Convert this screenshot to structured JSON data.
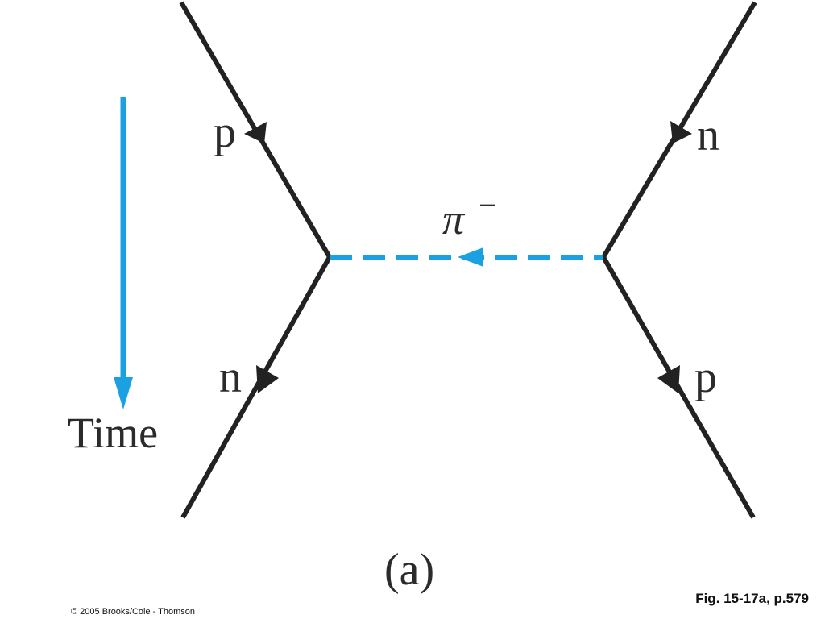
{
  "colors": {
    "particle_line": "#222222",
    "meson_line": "#1ba1e2",
    "time_arrow": "#1ba1e2",
    "label_text": "#2b2b2b"
  },
  "labels": {
    "left_incoming": "p",
    "left_outgoing": "n",
    "right_incoming": "n",
    "right_outgoing": "p",
    "exchange_symbol": "π",
    "exchange_charge": "−",
    "time": "Time",
    "panel": "(a)"
  },
  "caption": {
    "figure_ref": "Fig. 15-17a, p.579",
    "copyright": "© 2005 Brooks/Cole - Thomson"
  }
}
